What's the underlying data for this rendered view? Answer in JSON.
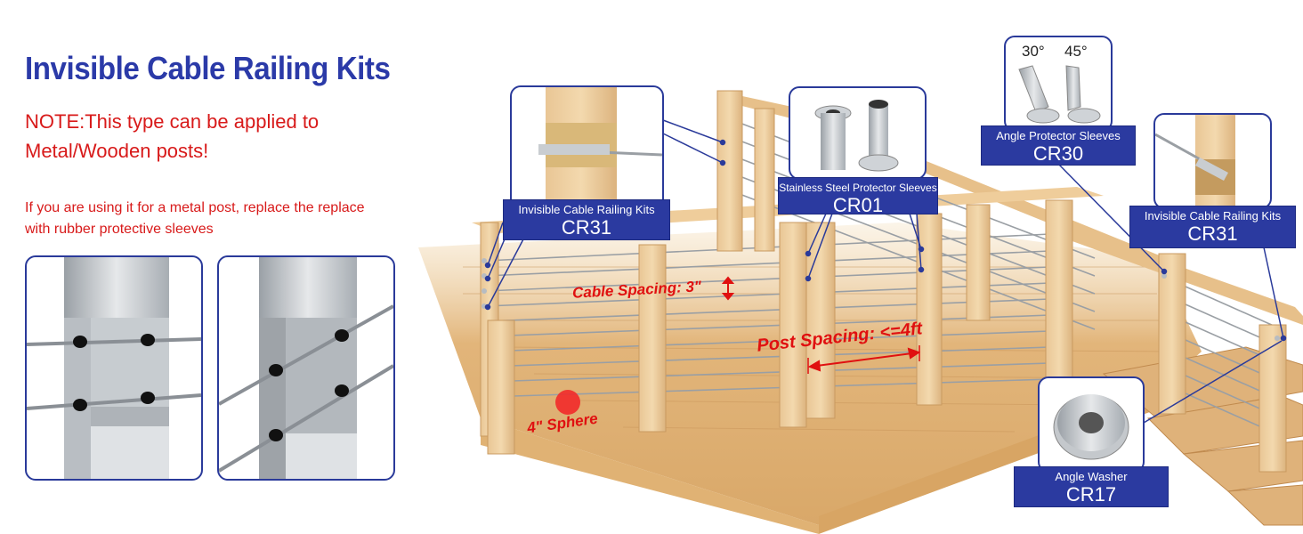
{
  "title": "Invisible Cable Railing Kits",
  "note": "NOTE:This type can be applied to Metal/Wooden posts!",
  "metal_note": "If you are using it for a metal post, replace the replace with rubber protective sleeves",
  "labels": {
    "cr31_left": {
      "name": "Invisible Cable Railing Kits",
      "code": "CR31"
    },
    "cr01": {
      "name": "Stainless Steel Protector Sleeves",
      "code": "CR01"
    },
    "cr30": {
      "name": "Angle Protector Sleeves",
      "code": "CR30"
    },
    "cr31_right": {
      "name": "Invisible Cable Railing Kits",
      "code": "CR31"
    },
    "cr17": {
      "name": "Angle Washer",
      "code": "CR17"
    }
  },
  "angles": {
    "a1": "30°",
    "a2": "45°"
  },
  "annotations": {
    "cable_spacing": "Cable Spacing: 3\"",
    "post_spacing": "Post Spacing: <=4ft",
    "sphere": "4\" Sphere"
  },
  "colors": {
    "brand_blue": "#2b3aa0",
    "note_red": "#d81a1a",
    "wood": "#e8c08a"
  }
}
